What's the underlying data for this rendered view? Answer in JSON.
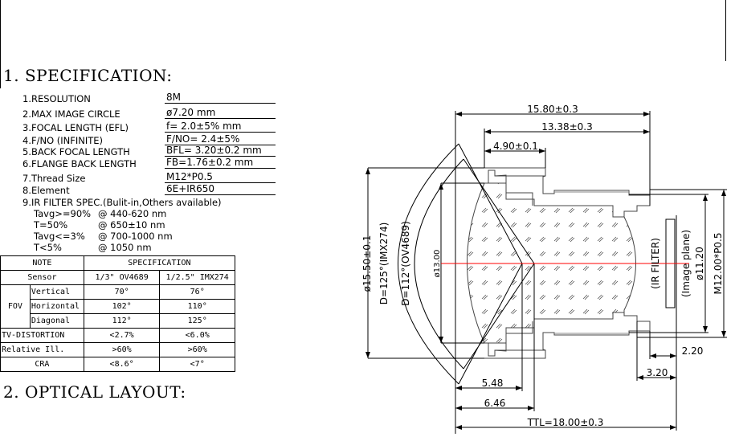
{
  "spec": {
    "title": "1. SPECIFICATION:",
    "items": [
      {
        "label": "1.RESOLUTION",
        "value": "8M"
      },
      {
        "label": "2.MAX IMAGE CIRCLE",
        "value": "ø7.20  mm"
      },
      {
        "label": "3.FOCAL LENGTH (EFL)",
        "value": "f= 2.0±5%    mm"
      },
      {
        "label": "4.F/NO (INFINITE)",
        "value": "F/NO= 2.4±5%"
      },
      {
        "label": "5.BACK FOCAL LENGTH",
        "value": "BFL= 3.20±0.2 mm"
      },
      {
        "label": "6.FLANGE BACK LENGTH",
        "value": "FB=1.76±0.2 mm"
      },
      {
        "label": "7.Thread Size",
        "value": "M12*P0.5"
      },
      {
        "label": "8.Element",
        "value": "6E+IR650"
      }
    ],
    "ir_title": "9.IR FILTER SPEC.(Bulit-in,Others available)",
    "ir": [
      {
        "cond": "Tavg>=90%",
        "at": "@ 440-620 nm"
      },
      {
        "cond": "T=50%",
        "at": "@ 650±10 nm"
      },
      {
        "cond": "Tavg<=3%",
        "at": "@ 700-1000 nm"
      },
      {
        "cond": "T<5%",
        "at": "@ 1050 nm"
      }
    ]
  },
  "table": {
    "h_note": "NOTE",
    "h_spec": "SPECIFICATION",
    "sensor": "Sensor",
    "s1": "1/3\" OV4689",
    "s2": "1/2.5\" IMX274",
    "fov": "FOV",
    "rows": [
      {
        "label": "Vertical",
        "a": "70°",
        "b": "76°"
      },
      {
        "label": "Horizontal",
        "a": "102°",
        "b": "110°"
      },
      {
        "label": "Diagonal",
        "a": "112°",
        "b": "125°"
      }
    ],
    "tv": {
      "label": "TV-DISTORTION",
      "a": "<2.7%",
      "b": "<6.0%"
    },
    "ri": {
      "label": "Relative Ill.",
      "a": ">60%",
      "b": ">60%"
    },
    "cra": {
      "label": "CRA",
      "a": "<8.6°",
      "b": "<7°"
    }
  },
  "layout": {
    "title": "2. OPTICAL LAYOUT:",
    "d1580": "15.80±0.3",
    "d1338": "13.38±0.3",
    "d490": "4.90±0.1",
    "d1550": "ø15.50±0.1",
    "d125": "D=125°(IMX274)",
    "d112": "D=112°(OV4689)",
    "d1300": "ø13.00",
    "ir": "(IR FILTER)",
    "img": "(Image plane)",
    "d1120": "ø11.20",
    "m12": "M12.00*P0.5",
    "d220": "2.20",
    "d320": "3.20",
    "d548": "5.48",
    "d646": "6.46",
    "ttl": "TTL=18.00±0.3",
    "axis_color": "#ff0000"
  }
}
